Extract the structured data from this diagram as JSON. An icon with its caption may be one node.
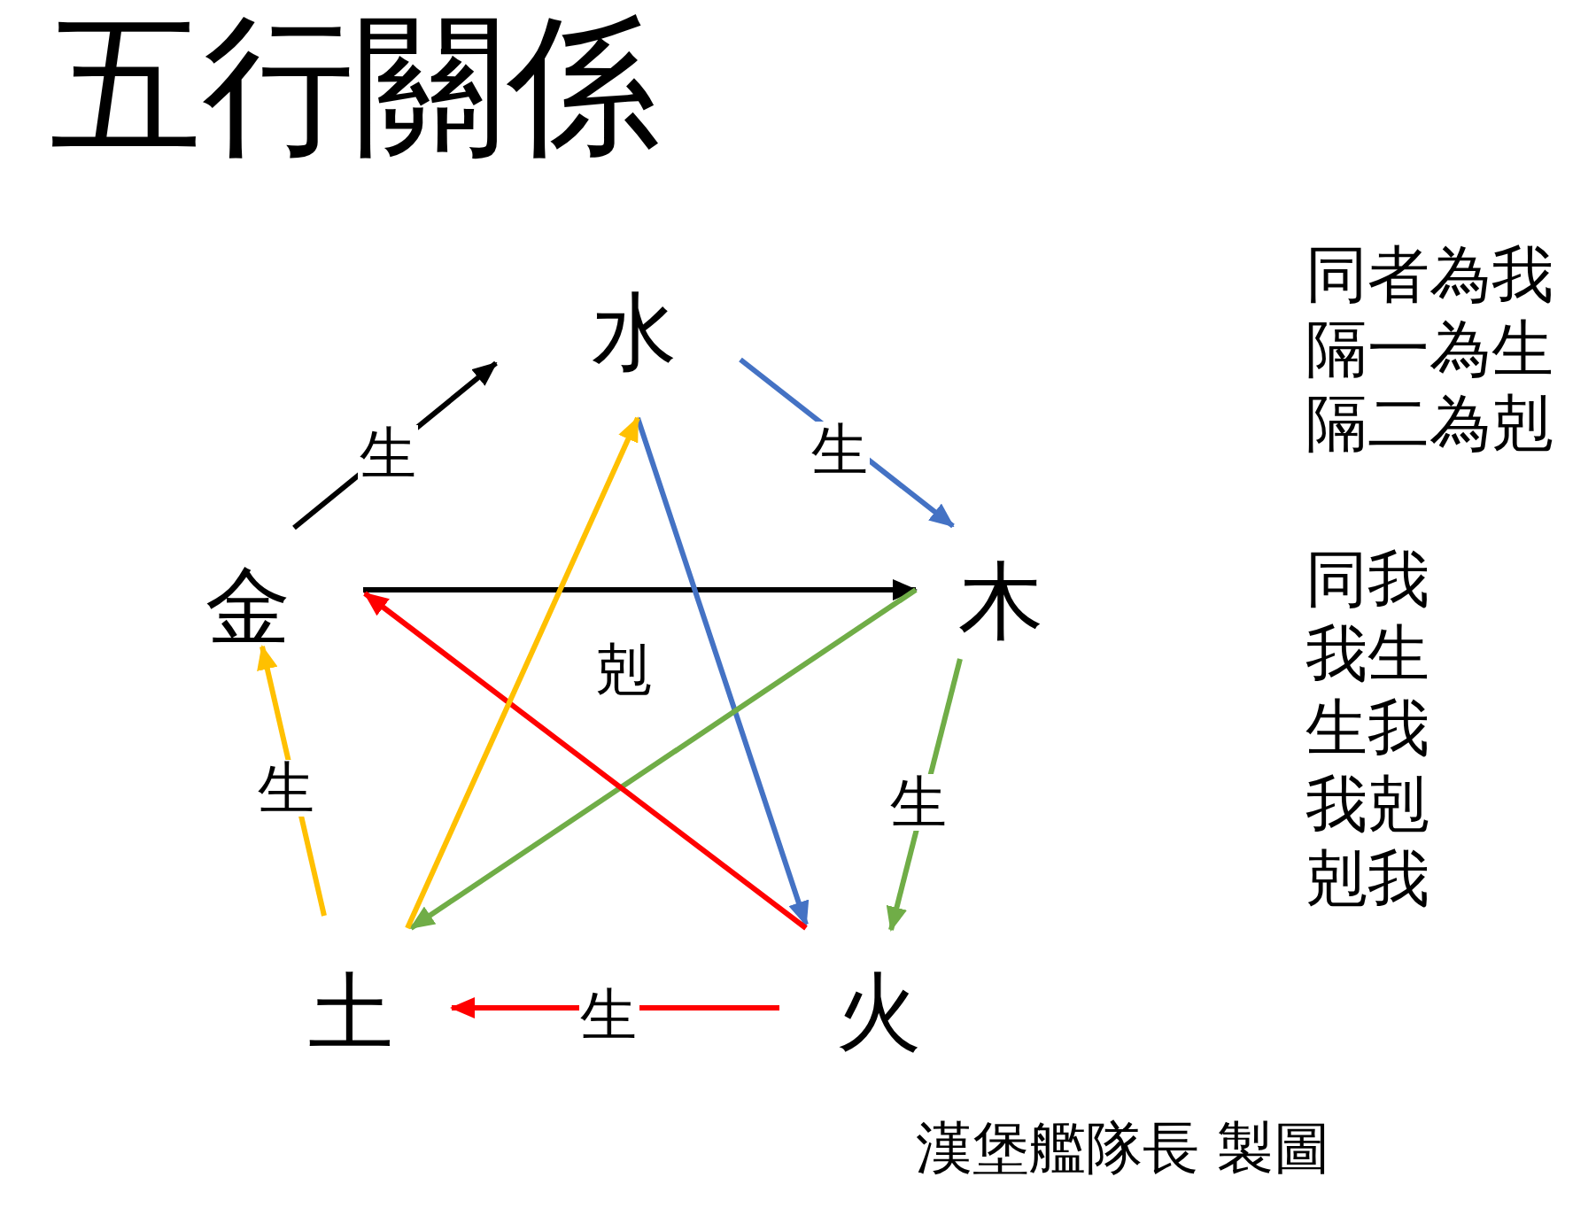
{
  "diagram": {
    "title": "五行關係",
    "nodes": [
      {
        "text": [
          "水"
        ]
      },
      {
        "text": [
          "木"
        ]
      },
      {
        "text": [
          "火"
        ]
      },
      {
        "text": [
          "土"
        ]
      },
      {
        "text": [
          "金"
        ]
      }
    ],
    "edges": [
      {
        "from": 4,
        "to": 0,
        "arrow": "to",
        "label": "生",
        "color": "#000000"
      },
      {
        "from": 0,
        "to": 1,
        "arrow": "to",
        "label": "生",
        "color": "#4472c4"
      },
      {
        "from": 1,
        "to": 2,
        "arrow": "to",
        "label": "生",
        "color": "#70ad47"
      },
      {
        "from": 2,
        "to": 3,
        "arrow": "to",
        "label": "生",
        "color": "#ff0000"
      },
      {
        "from": 3,
        "to": 4,
        "arrow": "to",
        "label": "生",
        "color": "#ffc000"
      },
      {
        "from": 4,
        "to": 1,
        "arrow": "to",
        "color": "#000000"
      },
      {
        "from": 0,
        "to": 2,
        "arrow": "to",
        "color": "#4472c4"
      },
      {
        "from": 1,
        "to": 3,
        "arrow": "to",
        "color": "#70ad47"
      },
      {
        "from": 2,
        "to": 4,
        "arrow": "to",
        "color": "#ff0000"
      },
      {
        "from": 3,
        "to": 0,
        "arrow": "to",
        "color": "#ffc000"
      }
    ],
    "labels": [
      "剋",
      "同者為我",
      "隔一為生",
      "隔二為剋",
      "同我",
      "我生",
      "生我",
      "我剋",
      "剋我",
      "漢堡艦隊長 製圖"
    ]
  }
}
